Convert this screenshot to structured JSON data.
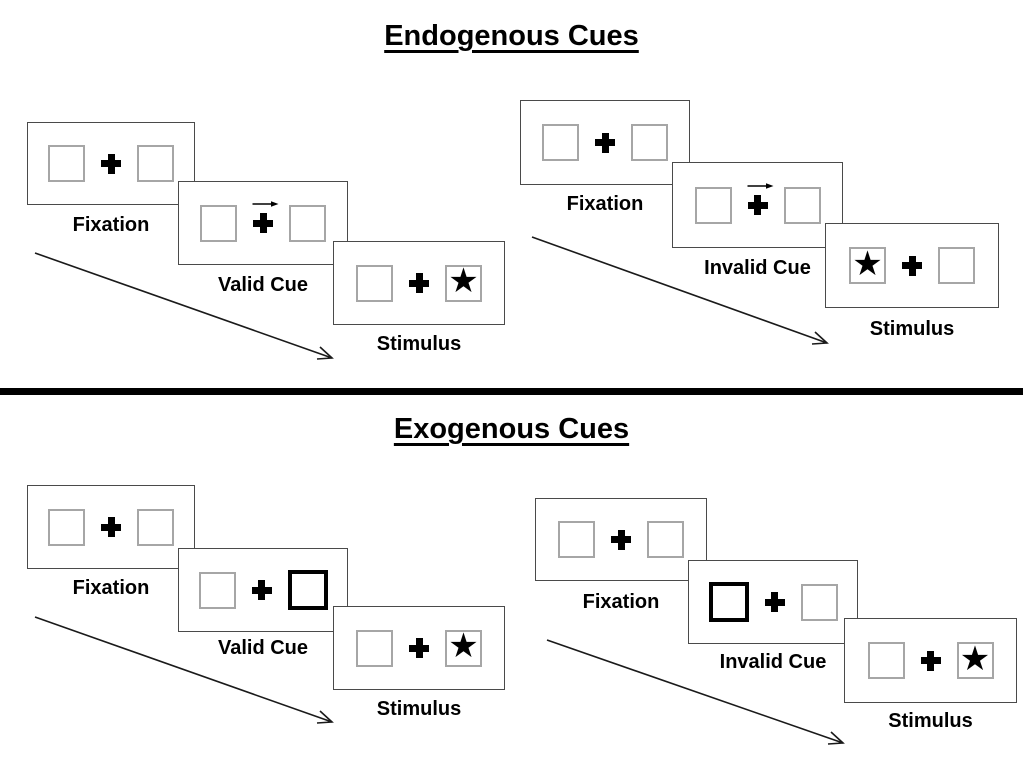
{
  "glyphs": {
    "star": "★"
  },
  "colors": {
    "background": "#ffffff",
    "panel_border": "#4a4a4a",
    "box_border": "#a6a6a6",
    "ink": "#000000"
  },
  "sections": [
    {
      "title": "Endogenous Cues",
      "sequences": [
        {
          "name": "valid-trial",
          "steps": [
            {
              "label": "Fixation",
              "content": "two empty boxes with central fixation cross"
            },
            {
              "label": "Valid Cue",
              "content": "rightward arrow above fixation cross",
              "cue": "arrow-right"
            },
            {
              "label": "Stimulus",
              "content": "star target in right box",
              "target": "right-box"
            }
          ]
        },
        {
          "name": "invalid-trial",
          "steps": [
            {
              "label": "Fixation",
              "content": "two empty boxes with central fixation cross"
            },
            {
              "label": "Invalid Cue",
              "content": "rightward arrow above fixation cross",
              "cue": "arrow-right"
            },
            {
              "label": "Stimulus",
              "content": "star target in left box",
              "target": "left-box"
            }
          ]
        }
      ]
    },
    {
      "title": "Exogenous Cues",
      "sequences": [
        {
          "name": "valid-trial",
          "steps": [
            {
              "label": "Fixation",
              "content": "two empty boxes with central fixation cross"
            },
            {
              "label": "Valid Cue",
              "content": "right box outlined bold",
              "cue": "bold-right-box"
            },
            {
              "label": "Stimulus",
              "content": "star target in right box",
              "target": "right-box"
            }
          ]
        },
        {
          "name": "invalid-trial",
          "steps": [
            {
              "label": "Fixation",
              "content": "two empty boxes with central fixation cross"
            },
            {
              "label": "Invalid Cue",
              "content": "left box outlined bold",
              "cue": "bold-left-box"
            },
            {
              "label": "Stimulus",
              "content": "star target in right box",
              "target": "right-box"
            }
          ]
        }
      ]
    }
  ]
}
